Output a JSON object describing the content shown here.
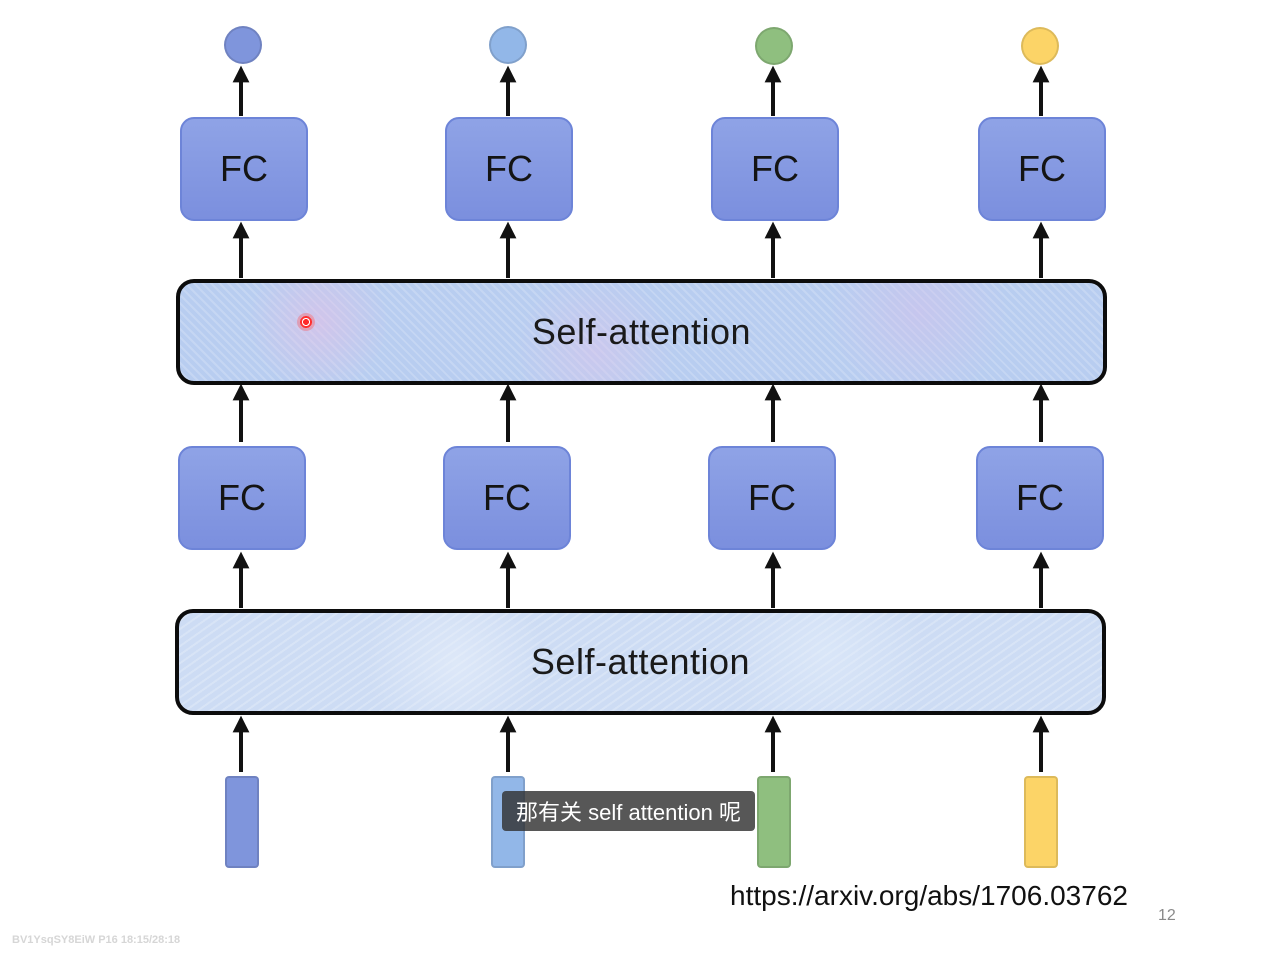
{
  "diagram": {
    "fc_label": "FC",
    "self_attention_label": "Self-attention",
    "colors": {
      "col1": "#7f95dc",
      "col2": "#92b7e8",
      "col3": "#8fbf7f",
      "col4": "#fcd467",
      "fc_fill": "#8398e2",
      "fc_border": "#6d84d8",
      "arrow": "#111111"
    }
  },
  "subtitle": "那有关 self attention 呢",
  "reference_url": "https://arxiv.org/abs/1706.03762",
  "page_number": "12",
  "watermark": "BV1YsqSY8EiW P16 18:15/28:18"
}
